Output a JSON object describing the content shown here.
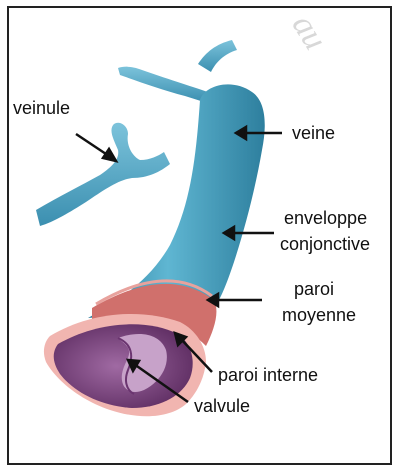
{
  "labels": {
    "veinule": "veinule",
    "veine": "veine",
    "enveloppe_line1": "enveloppe",
    "enveloppe_line2": "conjonctive",
    "paroi_moyenne_line1": "paroi",
    "paroi_moyenne_line2": "moyenne",
    "paroi_interne": "paroi interne",
    "valvule": "valvule"
  },
  "watermark": "au",
  "colors": {
    "vein_blue": "#4fa8c8",
    "vein_dark": "#2f7f9f",
    "wall_red": "#d0706c",
    "wall_pink": "#f1b5b0",
    "lumen_purple": "#8a4a8c",
    "valve_light": "#c7a2c9"
  }
}
